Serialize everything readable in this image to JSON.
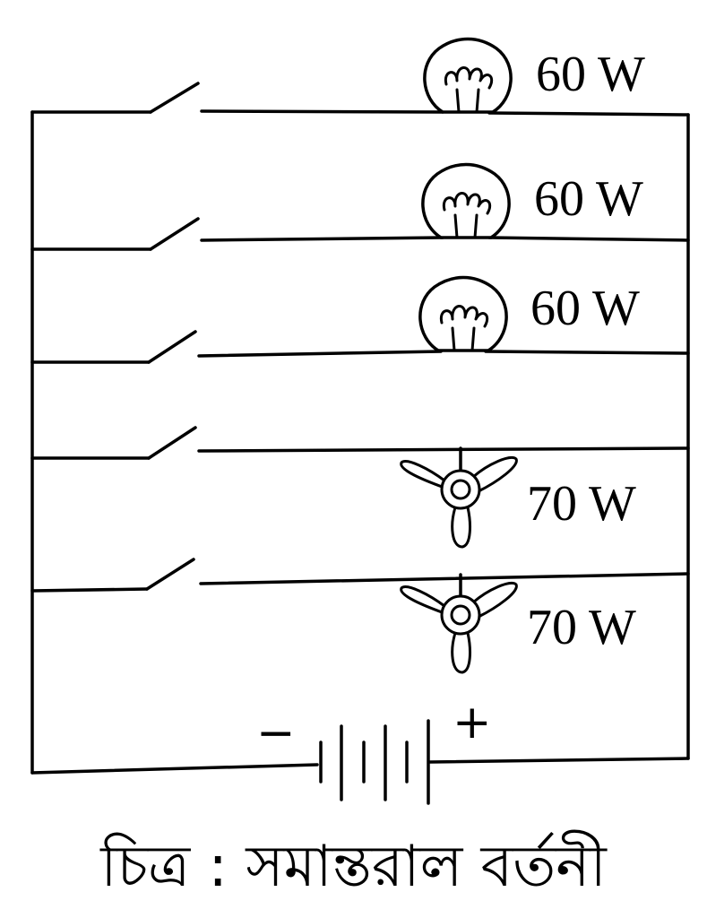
{
  "loads": [
    {
      "kind": "bulb",
      "power": "60 W"
    },
    {
      "kind": "bulb",
      "power": "60 W"
    },
    {
      "kind": "bulb",
      "power": "60 W"
    },
    {
      "kind": "fan",
      "power": "70 W"
    },
    {
      "kind": "fan",
      "power": "70 W"
    }
  ],
  "battery": {
    "negative_sign": "−",
    "positive_sign": "+",
    "cell_count": 3
  },
  "caption": "চিত্র : সমান্তরাল বর্তনী"
}
